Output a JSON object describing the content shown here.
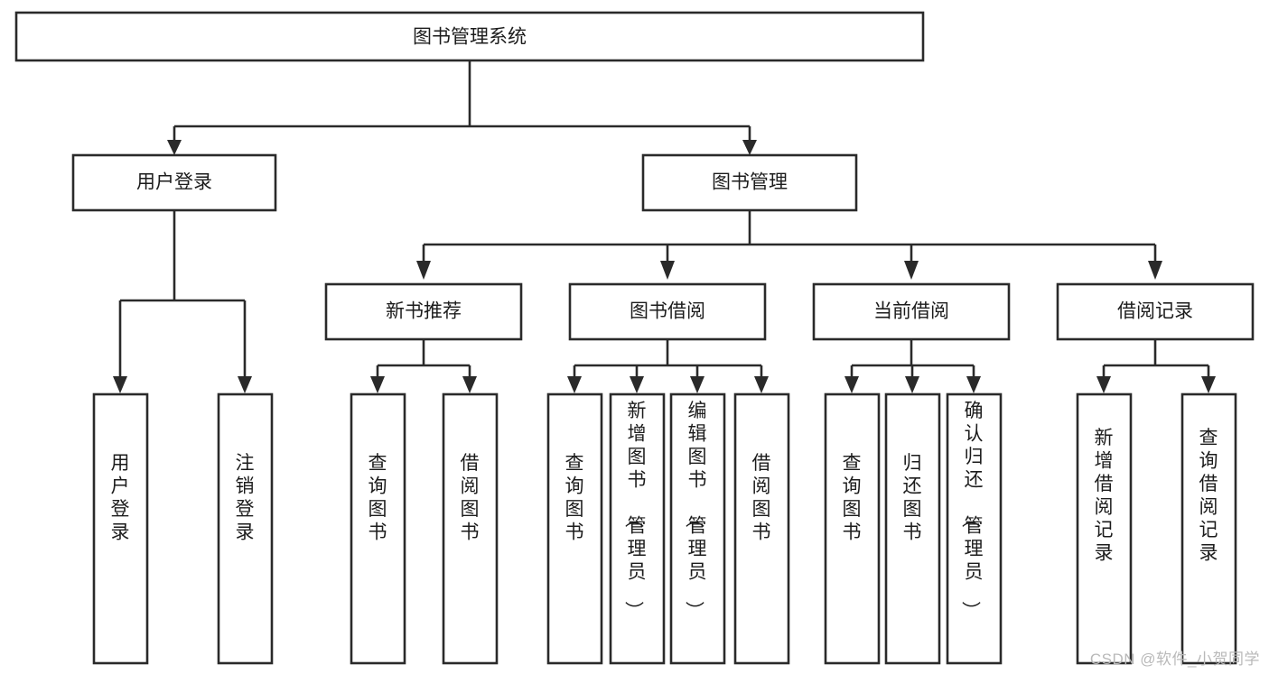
{
  "diagram": {
    "title": "图书管理系统",
    "type": "tree",
    "watermark": "CSDN @软件_小贺同学",
    "colors": {
      "stroke": "#2a2a2a",
      "fill": "#ffffff",
      "text": "#1c1c1c",
      "watermark": "#b9b9b9"
    },
    "levels": {
      "root": {
        "label": "图书管理系统"
      },
      "level2": [
        {
          "label": "用户登录"
        },
        {
          "label": "图书管理"
        }
      ],
      "level3": [
        {
          "label": "新书推荐"
        },
        {
          "label": "图书借阅"
        },
        {
          "label": "当前借阅"
        },
        {
          "label": "借阅记录"
        }
      ],
      "leaves": {
        "user_login": [
          {
            "label": "用户登录"
          },
          {
            "label": "注销登录"
          }
        ],
        "new_book": [
          {
            "label": "查询图书"
          },
          {
            "label": "借阅图书"
          }
        ],
        "book_borrow": [
          {
            "label": "查询图书"
          },
          {
            "label": "新增图书（管理员）"
          },
          {
            "label": "编辑图书（管理员）"
          },
          {
            "label": "借阅图书"
          }
        ],
        "current_borrow": [
          {
            "label": "查询图书"
          },
          {
            "label": "归还图书"
          },
          {
            "label": "确认归还（管理员）"
          }
        ],
        "borrow_record": [
          {
            "label": "新增借阅记录"
          },
          {
            "label": "查询借阅记录"
          }
        ]
      }
    }
  }
}
